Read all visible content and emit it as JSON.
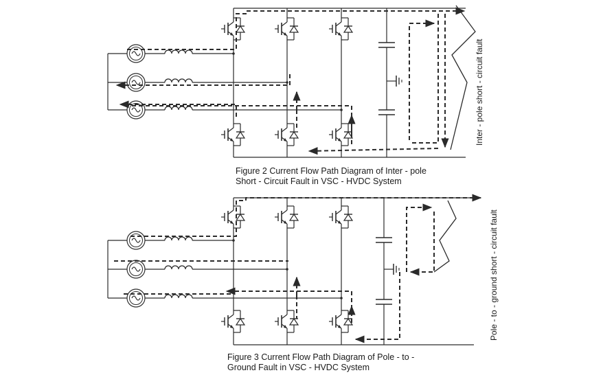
{
  "figures": [
    {
      "id": "fig2",
      "caption_line1": "Figure 2 Current Flow Path Diagram of Inter - pole",
      "caption_line2": "Short - Circuit Fault in VSC - HVDC System",
      "fault_label": "Inter - pole short - circuit fault"
    },
    {
      "id": "fig3",
      "caption_line1": "Figure 3 Current Flow Path Diagram of Pole - to -",
      "caption_line2": "Ground Fault in VSC - HVDC System",
      "fault_label": "Pole - to - ground short - circuit fault"
    }
  ],
  "colors": {
    "line": "#2a2a2a",
    "background": "#ffffff"
  }
}
